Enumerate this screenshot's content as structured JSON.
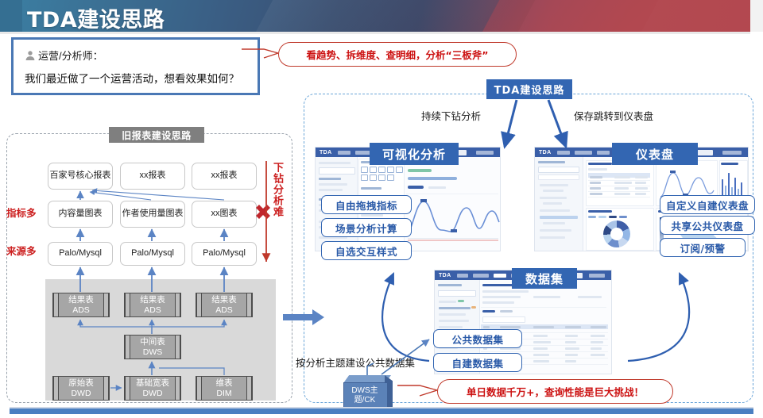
{
  "header": {
    "title": "TDA建设思路",
    "accent_blue": "#3366b2",
    "accent_red": "#cc1111"
  },
  "speaker": {
    "icon": "person-icon",
    "role": "运营/分析师：",
    "question": "我们最近做了一个运营活动，想看效果如何？"
  },
  "callouts": {
    "top": "看趋势、拆维度、查明细，分析“三板斧”",
    "bottom": "单日数据千万+，查询性能是巨大挑战！"
  },
  "left_panel": {
    "tag": "旧报表建设思路",
    "side_labels": [
      "指标多",
      "来源多"
    ],
    "vertical_note": "下钻分析难",
    "rows": [
      [
        "百家号核心报表",
        "xx报表",
        "xx报表"
      ],
      [
        "内容量图表",
        "作者使用量图表",
        "xx图表"
      ],
      [
        "Palo/Mysql",
        "Palo/Mysql",
        "Palo/Mysql"
      ]
    ],
    "warehouse": {
      "ads": [
        {
          "name": "结果表",
          "layer": "ADS"
        },
        {
          "name": "结果表",
          "layer": "ADS"
        },
        {
          "name": "结果表",
          "layer": "ADS"
        }
      ],
      "dws": {
        "name": "中间表",
        "layer": "DWS"
      },
      "dwd": [
        {
          "name": "原始表",
          "layer": "DWD"
        },
        {
          "name": "基础宽表",
          "layer": "DWD"
        },
        {
          "name": "维表",
          "layer": "DIM"
        }
      ]
    }
  },
  "right_panel": {
    "title_tag": "TDA建设思路",
    "arrow_labels": {
      "left": "持续下钻分析",
      "right": "保存跳转到仪表盘"
    },
    "viz": {
      "tag": "可视化分析",
      "features": [
        "自由拖拽指标",
        "场景分析计算",
        "自选交互样式"
      ],
      "app_logo": "TDA"
    },
    "dashboard": {
      "tag": "仪表盘",
      "features": [
        "自定义自建仪表盘",
        "共享公共仪表盘",
        "订阅/预警"
      ],
      "app_logo": "TDA"
    },
    "dataset": {
      "tag": "数据集",
      "features": [
        "公共数据集",
        "自建数据集"
      ],
      "note": "按分析主题建设公共数据集",
      "app_logo": "TDA"
    },
    "source_cube": {
      "line1": "DWS主",
      "line2": "题/CK"
    }
  }
}
